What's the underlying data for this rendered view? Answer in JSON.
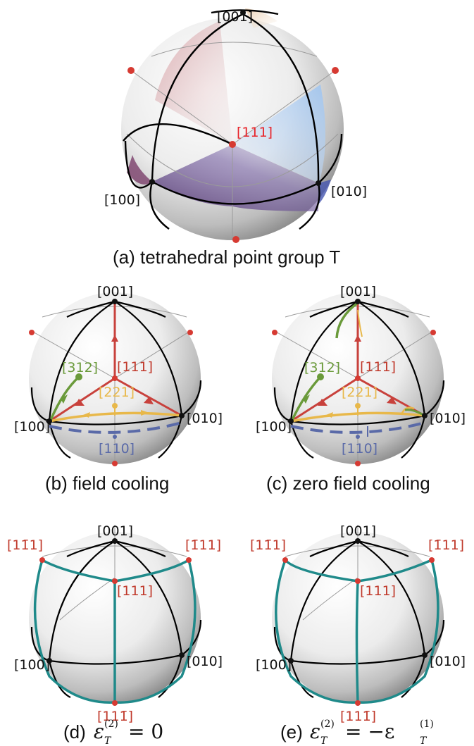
{
  "colors": {
    "frame": "#000000",
    "grid": "#9a9a9a",
    "axis_dot": "#d63a32",
    "label_red": "#c0392b",
    "label_bright_red": "#e8242a",
    "green": "#6a9a3a",
    "yellow": "#e8b84a",
    "blue": "#5a6aa8",
    "teal": "#1f8a8a",
    "red_line": "#c8413c"
  },
  "panel_a": {
    "caption": "(a) tetrahedral point group T",
    "labels": {
      "top": "[001]",
      "center": "[111]",
      "left": "[100]",
      "right": "[010]"
    }
  },
  "panel_b": {
    "caption": "(b) field cooling",
    "labels": {
      "top": "[001]",
      "center": "[111]",
      "left": "[100]",
      "right": "[010]",
      "green": "[312]",
      "yellow": "[221]",
      "blue": "[110]"
    }
  },
  "panel_c": {
    "caption": "(c) zero field cooling",
    "labels": {
      "top": "[001]",
      "center": "[111]",
      "left": "[100]",
      "right": "[010]",
      "green": "[312]",
      "yellow": "[221]",
      "blue": "[110]"
    }
  },
  "panel_d": {
    "caption_prefix": "(d) ",
    "caption_symbol": "ε",
    "caption_sup": "(2)",
    "caption_sub": "T",
    "caption_rhs": "= 0",
    "labels": {
      "top": "[001]",
      "center": "[111]",
      "left": "[100]",
      "right": "[010]",
      "upper_left": "[11̄1]",
      "upper_right": "[1̄11]",
      "bottom": "[111̄]"
    }
  },
  "panel_e": {
    "caption_prefix": "(e) ",
    "caption_symbol": "ε",
    "caption_sup": "(2)",
    "caption_sub": "T",
    "caption_rhs": "= −ε",
    "caption_rhs_sup": "(1)",
    "caption_rhs_sub": "T",
    "labels": {
      "top": "[001]",
      "center": "[111]",
      "left": "[100]",
      "right": "[010]",
      "upper_left": "[11̄1]",
      "upper_right": "[1̄11]",
      "bottom": "[111̄]"
    }
  }
}
